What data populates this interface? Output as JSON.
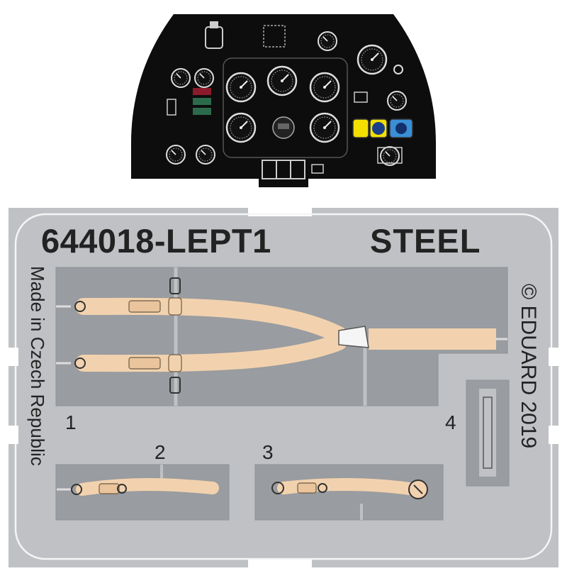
{
  "sheet": {
    "code": "644018-LEPT1",
    "material": "STEEL",
    "origin": "Made in Czech Republic",
    "copyright": "© EDUARD 2019"
  },
  "parts": [
    {
      "number": "1",
      "description": "seat belts"
    },
    {
      "number": "2",
      "description": "strap"
    },
    {
      "number": "3",
      "description": "strap"
    },
    {
      "number": "4",
      "description": "clip"
    }
  ],
  "colors": {
    "fret": "#bfc1c4",
    "panel": "#0d0d0d",
    "strap": "#f2d2ae",
    "accent_yellow": "#f3e000",
    "accent_blue": "#3a8fd6"
  }
}
